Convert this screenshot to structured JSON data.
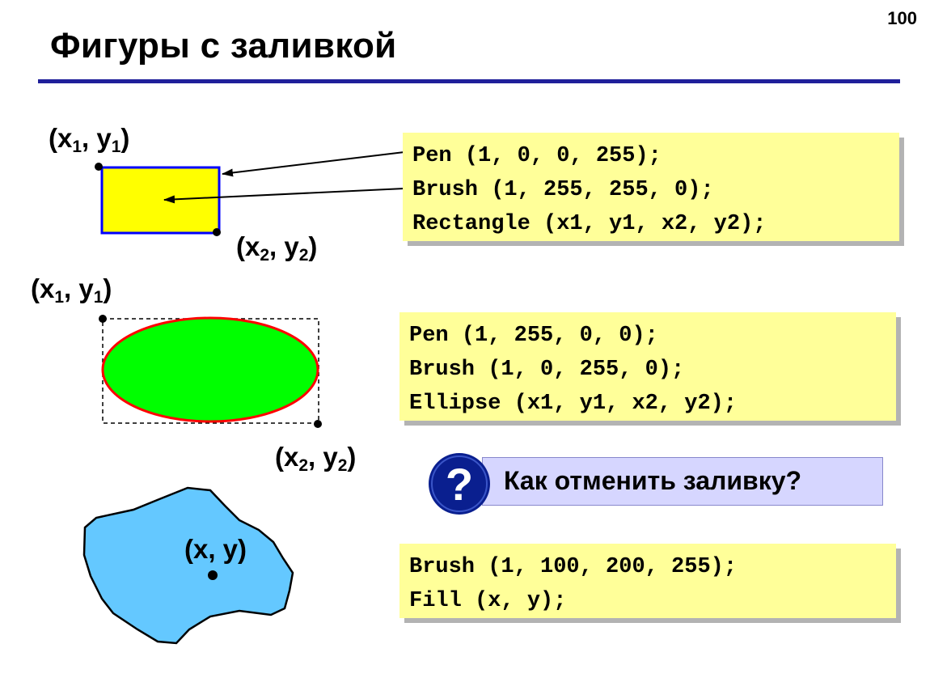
{
  "page_number": "100",
  "title": "Фигуры с заливкой",
  "labels": {
    "rect_p1": {
      "open": "(x",
      "s1": "1",
      "mid": ", y",
      "s2": "1",
      "close": ")"
    },
    "rect_p2": {
      "open": "(x",
      "s1": "2",
      "mid": ", y",
      "s2": "2",
      "close": ")"
    },
    "ell_p1": {
      "open": "(x",
      "s1": "1",
      "mid": ", y",
      "s2": "1",
      "close": ")"
    },
    "ell_p2": {
      "open": "(x",
      "s1": "2",
      "mid": ", y",
      "s2": "2",
      "close": ")"
    },
    "fill_point": "(x, y)"
  },
  "code_blocks": {
    "rectangle": [
      "Pen (1, 0, 0, 255);",
      "Brush (1, 255, 255, 0);",
      "Rectangle (x1, y1, x2, y2);"
    ],
    "ellipse": [
      "Pen (1, 255, 0, 0);",
      "Brush (1, 0, 255, 0);",
      "Ellipse (x1, y1, x2, y2);"
    ],
    "fill": [
      "Brush (1, 100, 200, 255);",
      "Fill (x, y);"
    ]
  },
  "question": {
    "text": "Как отменить заливку?",
    "icon": "question-mark-icon",
    "icon_glyph": "?"
  },
  "colors": {
    "title_rule": "#1f1f9a",
    "rect_fill": "#ffff00",
    "rect_border": "#0000ff",
    "ellipse_fill": "#00ff00",
    "ellipse_border": "#ff0000",
    "region_fill": "#64c8ff",
    "code_bg": "#ffff99",
    "question_bg": "#d6d6ff",
    "question_icon": "#0a1f8f"
  }
}
